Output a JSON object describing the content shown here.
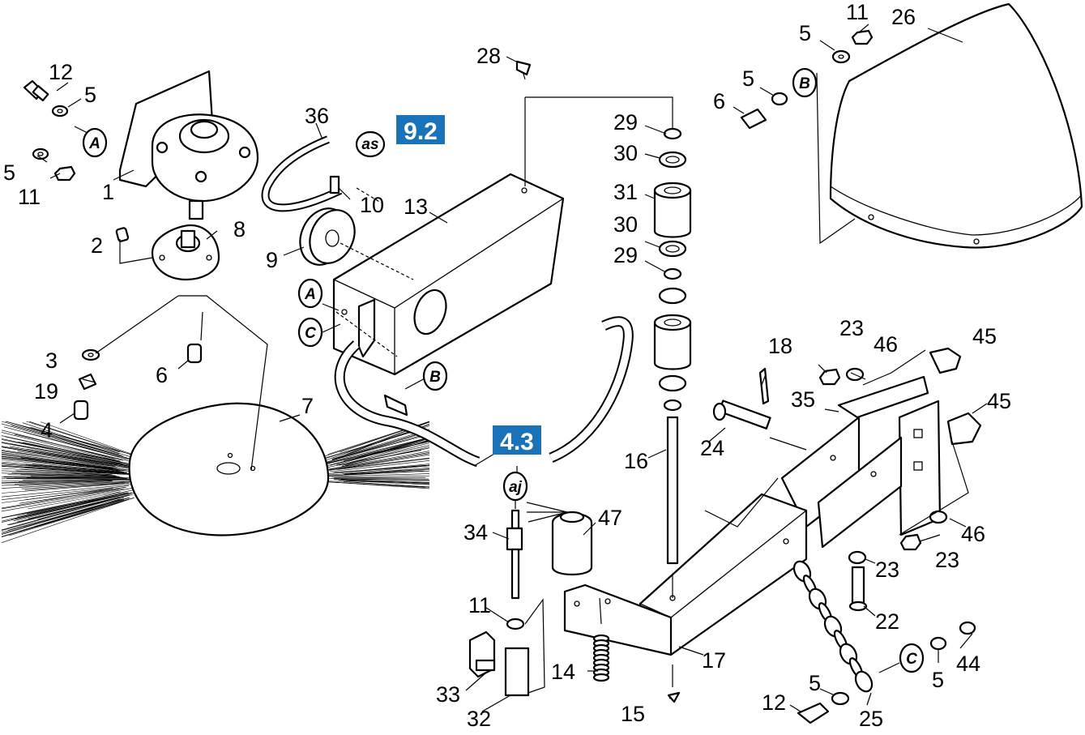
{
  "colors": {
    "accent_box": "#1a73b8",
    "line": "#000000",
    "background": "#ffffff"
  },
  "callouts": [
    {
      "id": "c12a",
      "text": "12"
    },
    {
      "id": "c5a",
      "text": "5"
    },
    {
      "id": "c5b",
      "text": "5"
    },
    {
      "id": "c11a",
      "text": "11"
    },
    {
      "id": "c1",
      "text": "1"
    },
    {
      "id": "c36",
      "text": "36"
    },
    {
      "id": "c10",
      "text": "10"
    },
    {
      "id": "c2",
      "text": "2"
    },
    {
      "id": "c8",
      "text": "8"
    },
    {
      "id": "c9",
      "text": "9"
    },
    {
      "id": "c13",
      "text": "13"
    },
    {
      "id": "c28",
      "text": "28"
    },
    {
      "id": "c29a",
      "text": "29"
    },
    {
      "id": "c30a",
      "text": "30"
    },
    {
      "id": "c31",
      "text": "31"
    },
    {
      "id": "c30b",
      "text": "30"
    },
    {
      "id": "c29b",
      "text": "29"
    },
    {
      "id": "c11b",
      "text": "11"
    },
    {
      "id": "c26",
      "text": "26"
    },
    {
      "id": "c5c",
      "text": "5"
    },
    {
      "id": "c5d",
      "text": "5"
    },
    {
      "id": "c6a",
      "text": "6"
    },
    {
      "id": "c3",
      "text": "3"
    },
    {
      "id": "c19",
      "text": "19"
    },
    {
      "id": "c4",
      "text": "4"
    },
    {
      "id": "c6b",
      "text": "6"
    },
    {
      "id": "c7",
      "text": "7"
    },
    {
      "id": "c18",
      "text": "18"
    },
    {
      "id": "c23a",
      "text": "23"
    },
    {
      "id": "c46a",
      "text": "46"
    },
    {
      "id": "c45a",
      "text": "45"
    },
    {
      "id": "c35",
      "text": "35"
    },
    {
      "id": "c45b",
      "text": "45"
    },
    {
      "id": "c24",
      "text": "24"
    },
    {
      "id": "c16",
      "text": "16"
    },
    {
      "id": "c47",
      "text": "47"
    },
    {
      "id": "c34",
      "text": "34"
    },
    {
      "id": "c11c",
      "text": "11"
    },
    {
      "id": "c46b",
      "text": "46"
    },
    {
      "id": "c23b",
      "text": "23"
    },
    {
      "id": "c23c",
      "text": "23"
    },
    {
      "id": "c22",
      "text": "22"
    },
    {
      "id": "c14",
      "text": "14"
    },
    {
      "id": "c17",
      "text": "17"
    },
    {
      "id": "c33",
      "text": "33"
    },
    {
      "id": "c32",
      "text": "32"
    },
    {
      "id": "c15",
      "text": "15"
    },
    {
      "id": "c5e",
      "text": "5"
    },
    {
      "id": "c44",
      "text": "44"
    },
    {
      "id": "c5f",
      "text": "5"
    },
    {
      "id": "c12b",
      "text": "12"
    },
    {
      "id": "c25",
      "text": "25"
    }
  ],
  "reference_markers": [
    {
      "id": "mA1",
      "text": "A"
    },
    {
      "id": "mA2",
      "text": "A"
    },
    {
      "id": "mC1",
      "text": "C"
    },
    {
      "id": "mC2",
      "text": "C"
    },
    {
      "id": "mB1",
      "text": "B"
    },
    {
      "id": "mB2",
      "text": "B"
    },
    {
      "id": "mas",
      "text": "as"
    },
    {
      "id": "maj",
      "text": "aj"
    }
  ],
  "section_refs": [
    {
      "id": "r92",
      "text": "9.2"
    },
    {
      "id": "r43",
      "text": "4.3"
    }
  ]
}
